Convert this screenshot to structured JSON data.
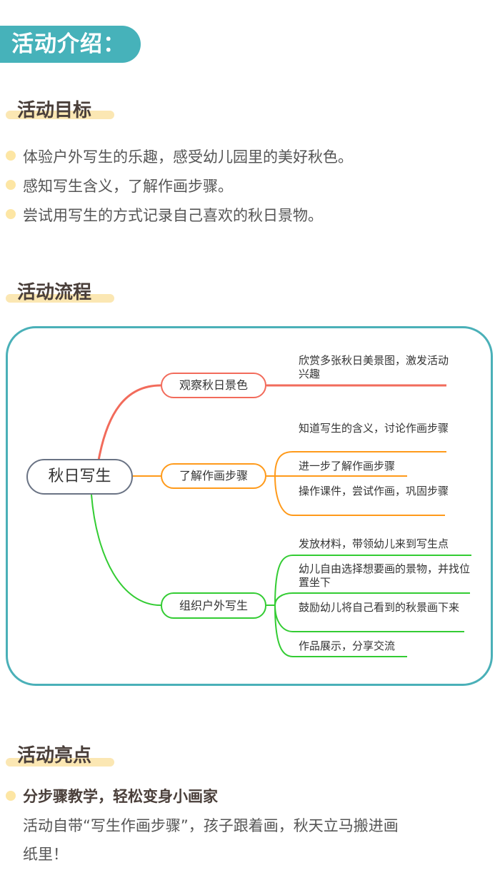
{
  "title": "活动介绍：",
  "goals": {
    "heading": "活动目标",
    "items": [
      "体验户外写生的乐趣，感受幼儿园里的美好秋色。",
      "感知写生含义，了解作画步骤。",
      "尝试用写生的方式记录自己喜欢的秋日景物。"
    ]
  },
  "process": {
    "heading": "活动流程",
    "root": "秋日写生",
    "branches": [
      {
        "label": "观察秋日景色",
        "color": "#f26b5b",
        "leaves": [
          "欣赏多张秋日美景图，激发活动兴趣"
        ]
      },
      {
        "label": "了解作画步骤",
        "color": "#ff9a1a",
        "leaves": [
          "知道写生的含义，讨论作画步骤",
          "进一步了解作画步骤",
          "操作课件，尝试作画，巩固步骤"
        ]
      },
      {
        "label": "组织户外写生",
        "color": "#33cc33",
        "leaves": [
          "发放材料，带领幼儿来到写生点",
          "幼儿自由选择想要画的景物，并找位置坐下",
          "鼓励幼儿将自己看到的秋景画下来",
          "作品展示，分享交流"
        ]
      }
    ]
  },
  "highlights": {
    "heading": "活动亮点",
    "bold": "分步骤教学，轻松变身小画家",
    "line1": "活动自带“写生作画步骤”，孩子跟着画，秋天立马搬进画",
    "line2": "纸里！"
  }
}
